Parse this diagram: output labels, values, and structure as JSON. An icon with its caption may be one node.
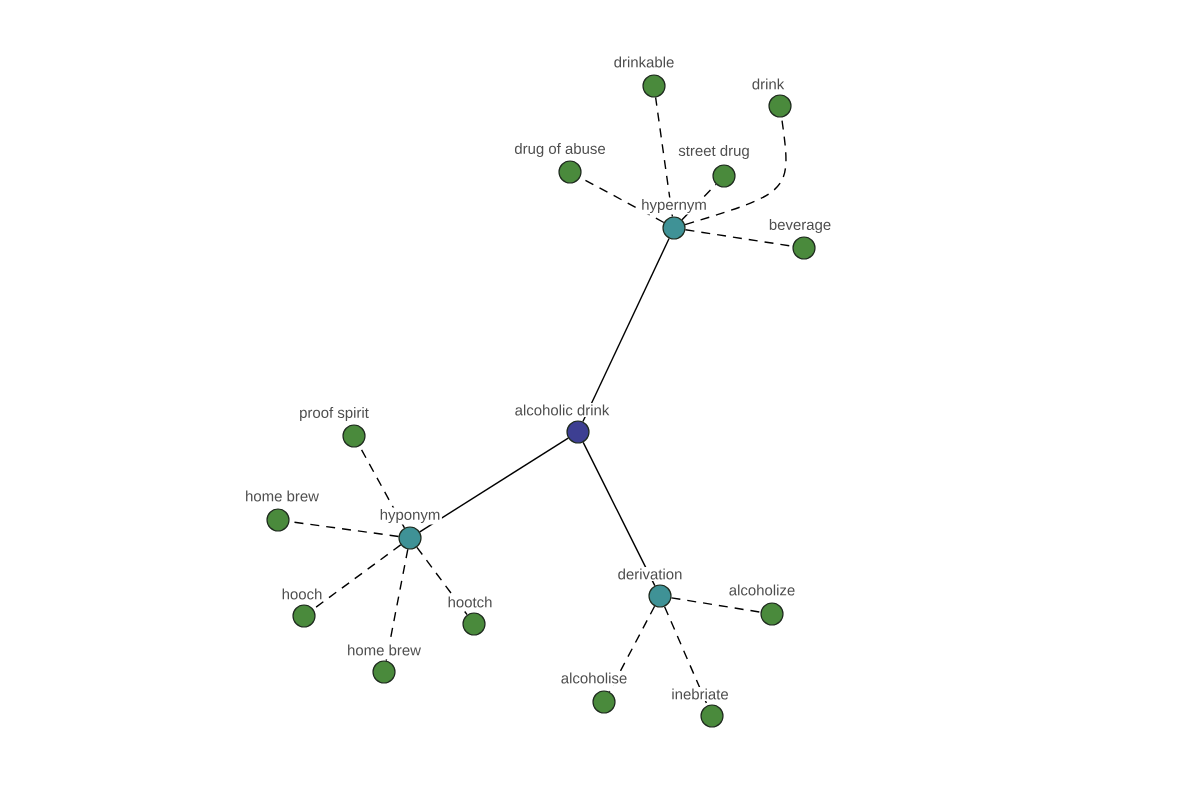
{
  "diagram": {
    "nodes": [
      {
        "text": [
          "alcoholic drink"
        ]
      },
      {
        "text": [
          "hypernym"
        ]
      },
      {
        "text": [
          "drinkable"
        ]
      },
      {
        "text": [
          "drink"
        ]
      },
      {
        "text": [
          "drug of abuse"
        ]
      },
      {
        "text": [
          "street drug"
        ]
      },
      {
        "text": [
          "beverage"
        ]
      },
      {
        "text": [
          "hyponym"
        ]
      },
      {
        "text": [
          "proof spirit"
        ]
      },
      {
        "text": [
          "home brew"
        ]
      },
      {
        "text": [
          "hooch"
        ]
      },
      {
        "text": [
          "home brew"
        ]
      },
      {
        "text": [
          "hootch"
        ]
      },
      {
        "text": [
          "derivation"
        ]
      },
      {
        "text": [
          "alcoholize"
        ]
      },
      {
        "text": [
          "alcoholise"
        ]
      },
      {
        "text": [
          "inebriate"
        ]
      }
    ],
    "edges": [
      {
        "from": 0,
        "to": 1,
        "arrow": "none"
      },
      {
        "from": 0,
        "to": 7,
        "arrow": "none"
      },
      {
        "from": 0,
        "to": 13,
        "arrow": "none"
      },
      {
        "from": 1,
        "to": 2,
        "arrow": "none",
        "style": "dashed"
      },
      {
        "from": 1,
        "to": 3,
        "arrow": "none",
        "style": "dashed"
      },
      {
        "from": 1,
        "to": 4,
        "arrow": "none",
        "style": "dashed"
      },
      {
        "from": 1,
        "to": 5,
        "arrow": "none",
        "style": "dashed"
      },
      {
        "from": 1,
        "to": 6,
        "arrow": "none",
        "style": "dashed"
      },
      {
        "from": 7,
        "to": 8,
        "arrow": "none",
        "style": "dashed"
      },
      {
        "from": 7,
        "to": 9,
        "arrow": "none",
        "style": "dashed"
      },
      {
        "from": 7,
        "to": 10,
        "arrow": "none",
        "style": "dashed"
      },
      {
        "from": 7,
        "to": 11,
        "arrow": "none",
        "style": "dashed"
      },
      {
        "from": 7,
        "to": 12,
        "arrow": "none",
        "style": "dashed"
      },
      {
        "from": 13,
        "to": 14,
        "arrow": "none",
        "style": "dashed"
      },
      {
        "from": 13,
        "to": 15,
        "arrow": "none",
        "style": "dashed"
      },
      {
        "from": 13,
        "to": 16,
        "arrow": "none",
        "style": "dashed"
      }
    ]
  }
}
